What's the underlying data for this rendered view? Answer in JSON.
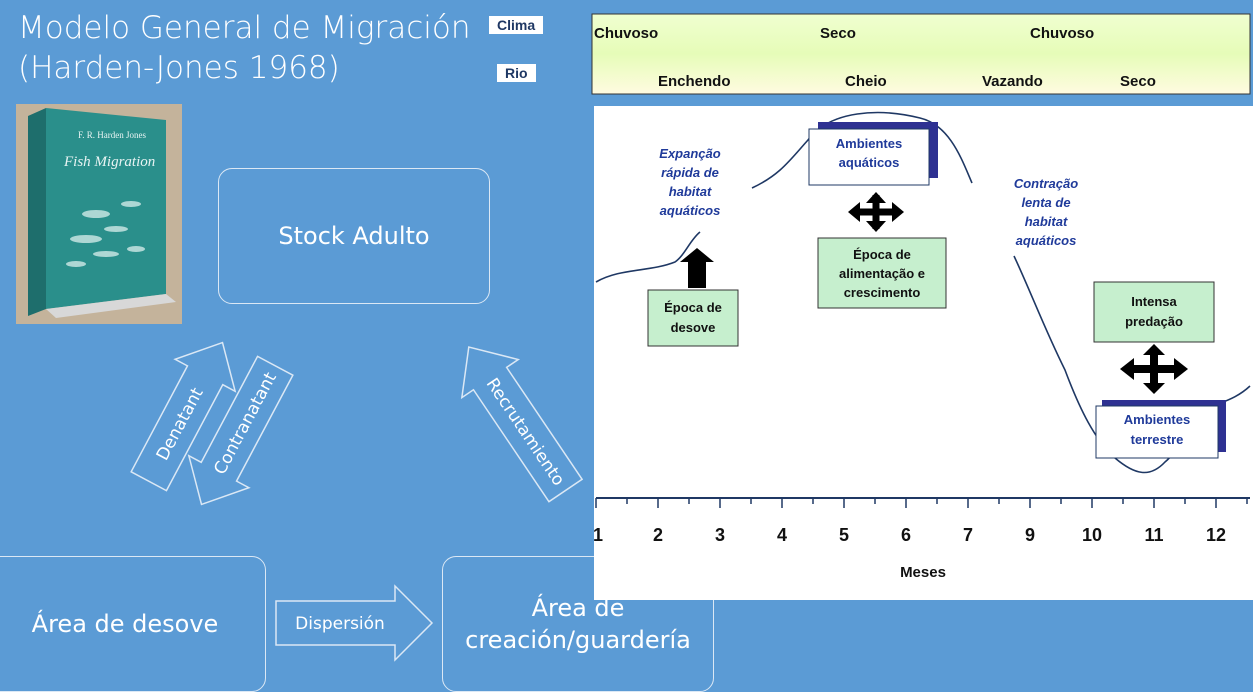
{
  "title": {
    "line1": "Modelo General de Migración",
    "line2": "(Harden-Jones 1968)"
  },
  "book": {
    "author": "F. R. Harden Jones",
    "name": "Fish Migration"
  },
  "boxes": {
    "stock": "Stock Adulto",
    "desove": "Área de desove",
    "creacion1": "Área de",
    "creacion2": "creación/guardería"
  },
  "arrows": {
    "denatant": "Denatant",
    "contranatant": "Contranatant",
    "recrutamiento": "Recrutamiento",
    "dispersion": "Dispersión"
  },
  "bands": {
    "clima_tag": "Clima",
    "rio_tag": "Rio",
    "clima": [
      "Chuvoso",
      "Seco",
      "Chuvoso"
    ],
    "rio": [
      "Enchendo",
      "Cheio",
      "Vazando",
      "Seco"
    ]
  },
  "chart_data": {
    "type": "line",
    "xlabel": "Meses",
    "tick_labels": [
      "1",
      "2",
      "3",
      "4",
      "5",
      "6",
      "7",
      "9",
      "10",
      "11",
      "12"
    ],
    "annotations": {
      "expancao": [
        "Expanção",
        "rápida de",
        "habitat",
        "aquáticos"
      ],
      "contracao": [
        "Contração",
        "lenta de",
        "habitat",
        "aquáticos"
      ],
      "ambientes_aq": [
        "Ambientes",
        "aquáticos"
      ],
      "alimentacao": [
        "Época de",
        "alimentação e",
        "crescimento"
      ],
      "desove": [
        "Época de",
        "desove"
      ],
      "predacao": [
        "Intensa",
        "predação"
      ],
      "ambientes_terr": [
        "Ambientes",
        "terrestre"
      ]
    },
    "colors": {
      "line": "#1f3864",
      "band": "#eaffc4",
      "green_box": "#c6efce",
      "accent": "#2e3192"
    }
  }
}
